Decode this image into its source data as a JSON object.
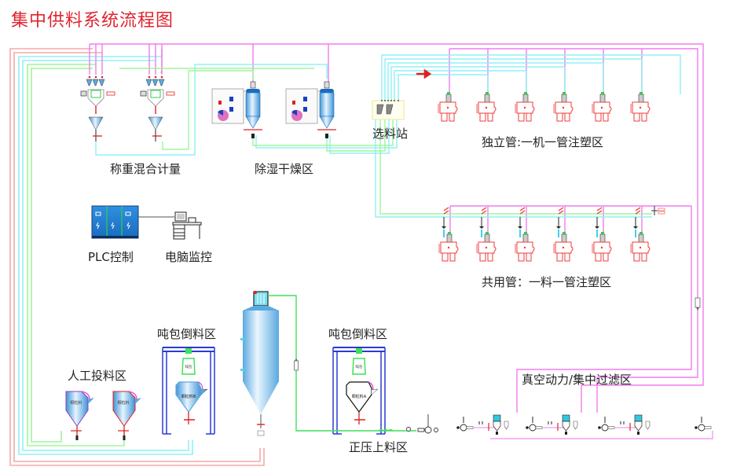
{
  "title": "集中供料系统流程图",
  "zones": {
    "weighing_mixing": "称重混合计量",
    "dehumidify_drying": "除湿干燥区",
    "selection_station": "选料站",
    "independent_pipe": "独立管:一机一管注塑区",
    "shared_pipe": "共用管：一料一管注塑区",
    "plc": "PLC控制",
    "computer": "电脑监控",
    "manual_feeding": "人工投料区",
    "ton_bag_left": "吨包倒料区",
    "ton_bag_right": "吨包倒料区",
    "positive_pressure": "正压上料区",
    "vacuum_filter": "真空动力/集中过滤区"
  },
  "equipment_labels": {
    "hopper_material": "颗粒料",
    "ton_bag": "吨包",
    "hopper_material_a": "颗粒料A",
    "hopper_material_b": "颗粒料B"
  },
  "colors": {
    "title": "#e0242f",
    "pipe_pink": "#f7a8a8",
    "pipe_cyan": "#8ff0f5",
    "pipe_green": "#9ff59a",
    "pipe_magenta": "#f07cf0",
    "vacuum_pipe": "#f59cf0",
    "frame_blue": "#2a3bd6",
    "machine_red": "#f03a3a",
    "silo_blue": "#6fb8e8"
  },
  "counts": {
    "independent_machines": 6,
    "shared_machines": 6,
    "vacuum_units": 4,
    "dryers": 2,
    "mixers": 2
  }
}
